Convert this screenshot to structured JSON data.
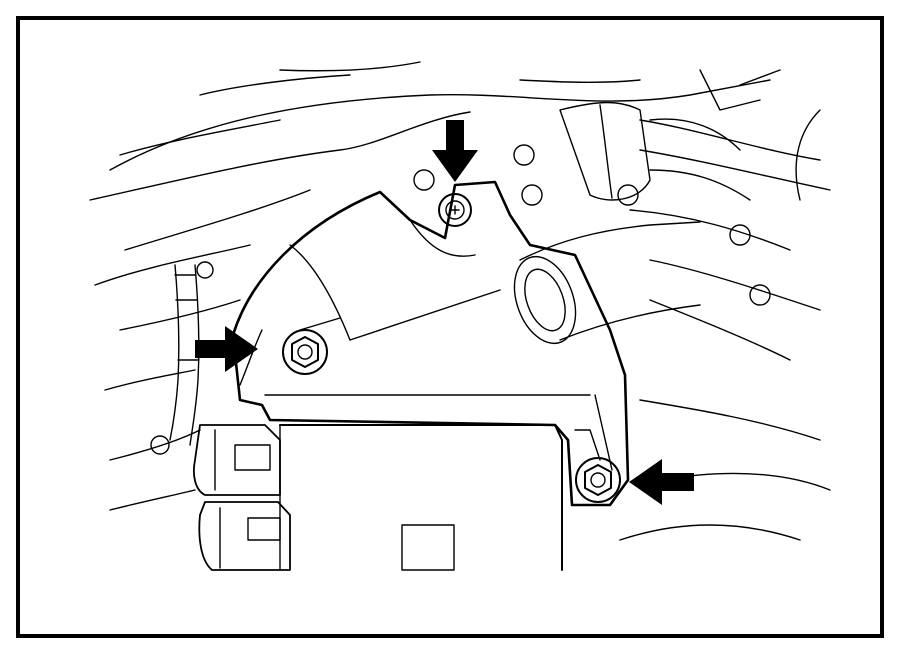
{
  "figure": {
    "style": "monochrome technical line illustration",
    "colors": {
      "background": "#ffffff",
      "line": "#000000",
      "frame": "#000000"
    }
  },
  "callouts": [
    {
      "id": "arrow-top",
      "direction": "down",
      "target": "top-bracket-bolt"
    },
    {
      "id": "arrow-left",
      "direction": "right",
      "target": "left-bracket-bolt"
    },
    {
      "id": "arrow-right",
      "direction": "left",
      "target": "lower-right-bracket-bolt"
    }
  ],
  "parts": {
    "bracket": "bracket",
    "bolts": [
      "top-bracket-bolt",
      "left-bracket-bolt",
      "lower-right-bracket-bolt"
    ],
    "pipe": "coolant-pipe",
    "module": "control-module",
    "connectors": [
      "connector-upper",
      "connector-lower"
    ]
  }
}
